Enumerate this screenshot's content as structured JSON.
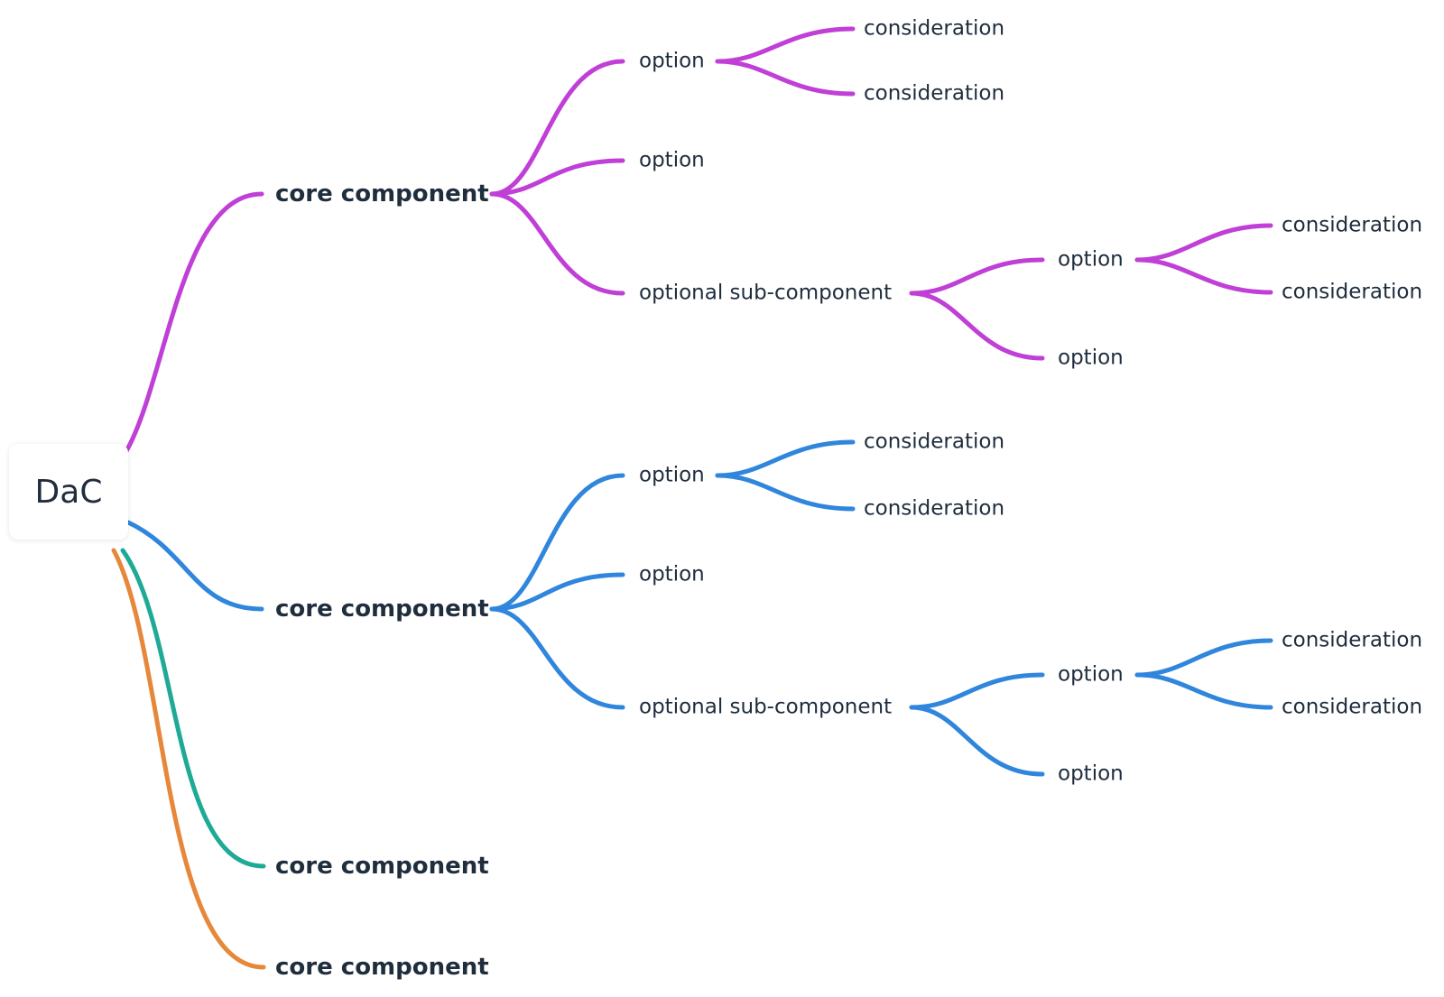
{
  "colors": {
    "branch1": "#c03fd6",
    "branch2": "#2f86dc",
    "branch3": "#1eaa96",
    "branch4": "#e6873a",
    "text": "#1f2d3d"
  },
  "root": {
    "label": "DaC"
  },
  "branches": [
    {
      "label": "core component",
      "children": [
        {
          "label": "option",
          "children": [
            {
              "label": "consideration"
            },
            {
              "label": "consideration"
            }
          ]
        },
        {
          "label": "option"
        },
        {
          "label": "optional sub-component",
          "children": [
            {
              "label": "option",
              "children": [
                {
                  "label": "consideration"
                },
                {
                  "label": "consideration"
                }
              ]
            },
            {
              "label": "option"
            }
          ]
        }
      ]
    },
    {
      "label": "core component",
      "children": [
        {
          "label": "option",
          "children": [
            {
              "label": "consideration"
            },
            {
              "label": "consideration"
            }
          ]
        },
        {
          "label": "option"
        },
        {
          "label": "optional sub-component",
          "children": [
            {
              "label": "option",
              "children": [
                {
                  "label": "consideration"
                },
                {
                  "label": "consideration"
                }
              ]
            },
            {
              "label": "option"
            }
          ]
        }
      ]
    },
    {
      "label": "core component"
    },
    {
      "label": "core component"
    }
  ]
}
